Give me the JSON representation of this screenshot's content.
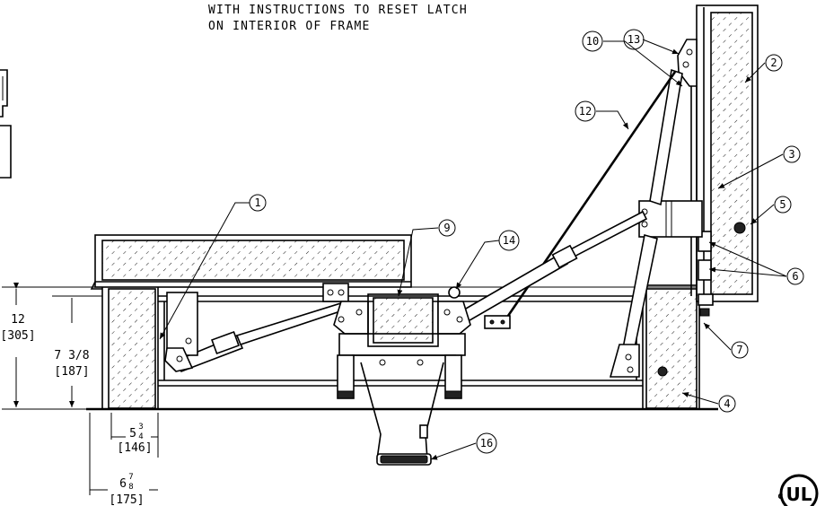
{
  "note": {
    "line1": "WITH INSTRUCTIONS TO RESET LATCH",
    "line2": "ON INTERIOR OF FRAME"
  },
  "callouts": [
    "1",
    "2",
    "3",
    "4",
    "5",
    "6",
    "7",
    "9",
    "10",
    "12",
    "13",
    "14",
    "16"
  ],
  "dimensions": {
    "overall_height": "12",
    "overall_height_mm": "[305]",
    "inner_height": "7 3/8",
    "inner_height_mm": "[187]",
    "curb_width_whole": "5",
    "curb_width_frac_num": "3",
    "curb_width_frac_den": "4",
    "curb_width_mm": "[146]",
    "flange_width_whole": "6",
    "flange_width_frac_num": "7",
    "flange_width_frac_den": "8",
    "flange_width_mm": "[175]"
  },
  "logo": {
    "prefix": "c",
    "text": "UL"
  }
}
